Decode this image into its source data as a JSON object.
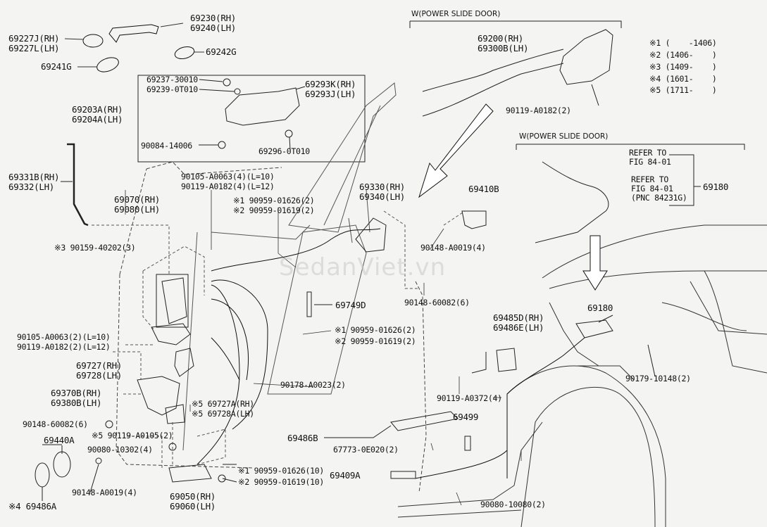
{
  "watermark": "SedanViet.vn",
  "headers": {
    "power_slide_door_1": "W(POWER SLIDE DOOR)",
    "power_slide_door_2": "W(POWER SLIDE DOOR)"
  },
  "legend": [
    "※1 (    -1406)",
    "※2 (1406-    )",
    "※3 (1409-    )",
    "※4 (1601-    )",
    "※5 (1711-    )"
  ],
  "refer": {
    "line1": "REFER TO",
    "line2": "FIG 84-01",
    "line3": "REFER TO",
    "line4": "FIG 84-01",
    "line5": "(PNC 84231G)"
  },
  "labels": {
    "p69230": "69230(RH)",
    "p69240": "69240(LH)",
    "p69227J": "69227J(RH)",
    "p69227L": "69227L(LH)",
    "p69242G": "69242G",
    "p69241G": "69241G",
    "p69237": "69237-30010",
    "p69239": "69239-0T010",
    "p69293K": "69293K(RH)",
    "p69293J": "69293J(LH)",
    "p69203A": "69203A(RH)",
    "p69204A": "69204A(LH)",
    "p90084": "90084-14006",
    "p69296": "69296-0T010",
    "p69331B": "69331B(RH)",
    "p69332": "69332(LH)",
    "p90105a": "90105-A0063(4)(L=10)",
    "p90119a": "90119-A0182(4)(L=12)",
    "p69070": "69070(RH)",
    "p69080": "69080(LH)",
    "p90959a1": "※1 90959-01626(2)",
    "p90959a2": "※2 90959-01619(2)",
    "p90159": "※3 90159-40202(3)",
    "p69330": "69330(RH)",
    "p69340": "69340(LH)",
    "p69410B": "69410B",
    "p90148a": "90148-A0019(4)",
    "p90148b": "90148-60082(6)",
    "p69749D": "69749D",
    "p90959b1": "※1 90959-01626(2)",
    "p90959b2": "※2 90959-01619(2)",
    "p90105b": "90105-A0063(2)(L=10)",
    "p90119b": "90119-A0182(2)(L=12)",
    "p69727": "69727(RH)",
    "p69728": "69728(LH)",
    "p90178": "90178-A0023(2)",
    "p69370B": "69370B(RH)",
    "p69380B": "69380B(LH)",
    "p69727A": "※5 69727A(RH)",
    "p69728A": "※5 69728A(LH)",
    "p90148c": "90148-60082(6)",
    "p90119c": "※5 90119-A0105(2)",
    "p69440A": "69440A",
    "p90080a": "90080-10302(4)",
    "p90148d": "90148-A0019(4)",
    "p69486A": "※4 69486A",
    "p90959c1": "※1 90959-01626(10)",
    "p90959c2": "※2 90959-01619(10)",
    "p69050": "69050(RH)",
    "p69060": "69060(LH)",
    "p69200": "69200(RH)",
    "p69300B": "69300B(LH)",
    "p90119d": "90119-A0182(2)",
    "p69180a": "69180",
    "p69180b": "69180",
    "p69485D": "69485D(RH)",
    "p69486E": "69486E(LH)",
    "p90179": "90179-10148(2)",
    "p90119e": "90119-A0372(4)",
    "p69499": "69499",
    "p69486B": "69486B",
    "p67773": "67773-0E020(2)",
    "p69409A": "69409A",
    "p90080b": "90080-10080(2)"
  }
}
